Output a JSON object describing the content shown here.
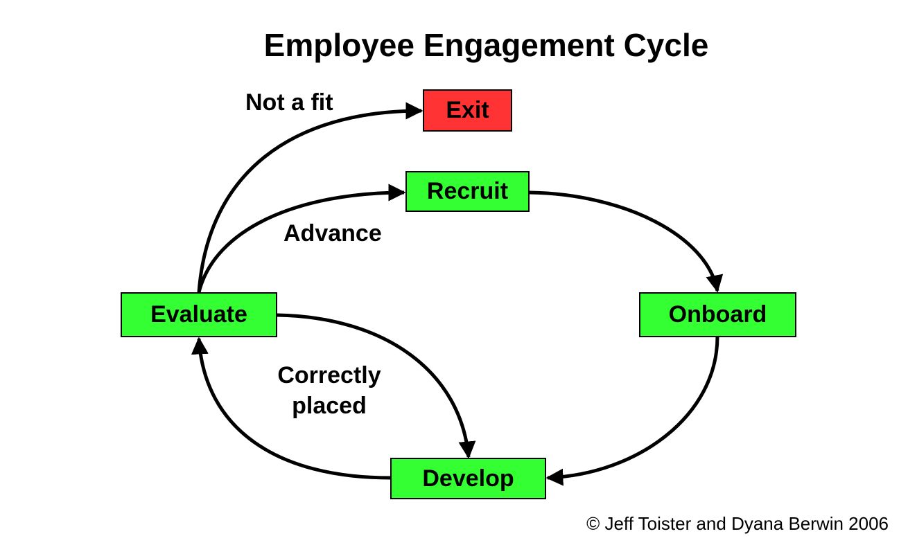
{
  "title": "Employee Engagement Cycle",
  "colors": {
    "node_fill": "#33ff33",
    "exit_fill": "#ff3333",
    "stroke": "#000000"
  },
  "nodes": {
    "exit": "Exit",
    "recruit": "Recruit",
    "onboard": "Onboard",
    "develop": "Develop",
    "evaluate": "Evaluate"
  },
  "edge_labels": {
    "not_a_fit": "Not a fit",
    "advance": "Advance",
    "correctly_placed_line1": "Correctly",
    "correctly_placed_line2": "placed"
  },
  "copyright": "© Jeff Toister and Dyana Berwin 2006"
}
